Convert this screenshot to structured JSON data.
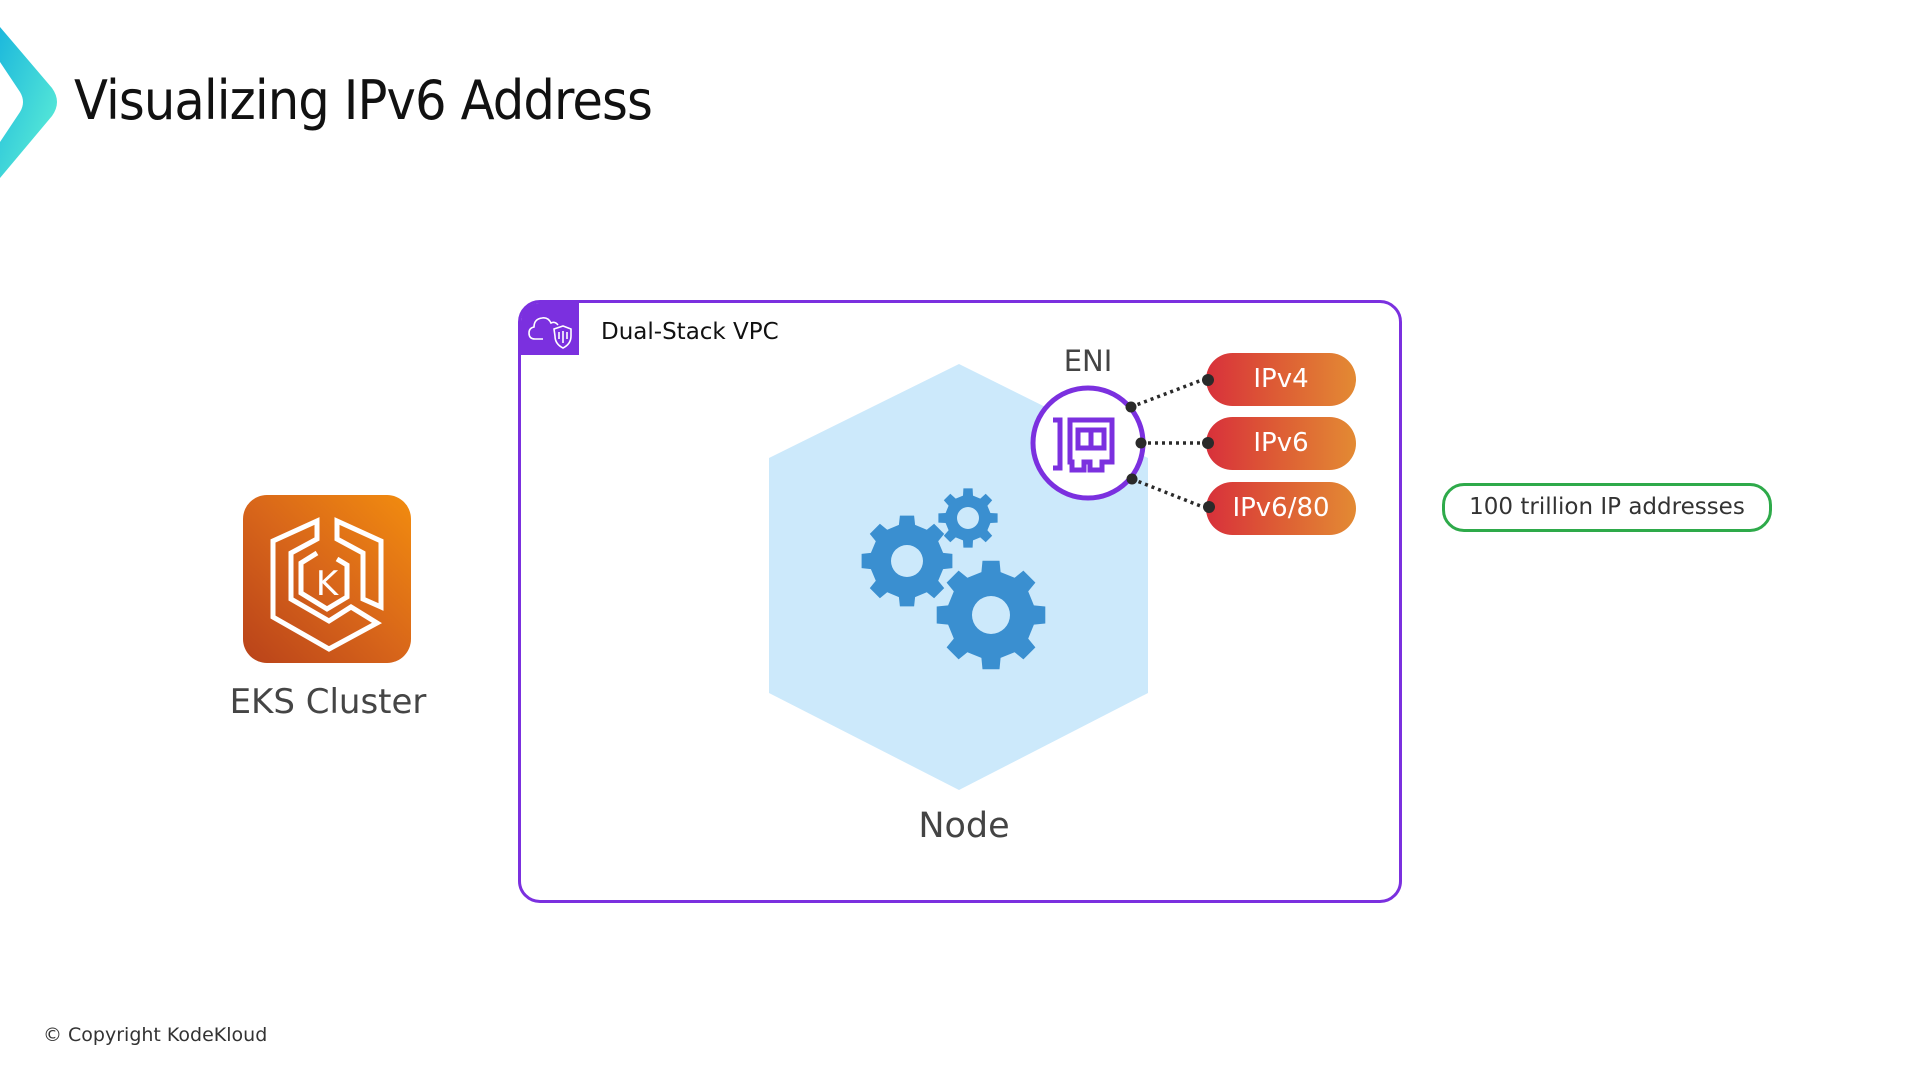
{
  "slide": {
    "title": "Visualizing IPv6 Address",
    "copyright": "© Copyright KodeKloud"
  },
  "eks": {
    "label": "EKS Cluster",
    "icon": "eks-kubernetes-icon",
    "icon_letter": "K"
  },
  "vpc": {
    "label": "Dual-Stack VPC",
    "icon": "cloud-shield-icon",
    "border_color": "#7b30df"
  },
  "node": {
    "label": "Node",
    "icon": "gears-icon",
    "hex_color": "#cce9fb",
    "gear_color": "#3a8fd0"
  },
  "eni": {
    "label": "ENI",
    "icon": "network-card-icon",
    "color": "#7b30df"
  },
  "ip_pills": [
    {
      "label": "IPv4"
    },
    {
      "label": "IPv6"
    },
    {
      "label": "IPv6/80"
    }
  ],
  "annotation": {
    "text": "100 trillion IP addresses",
    "border_color": "#2eaa4a"
  }
}
